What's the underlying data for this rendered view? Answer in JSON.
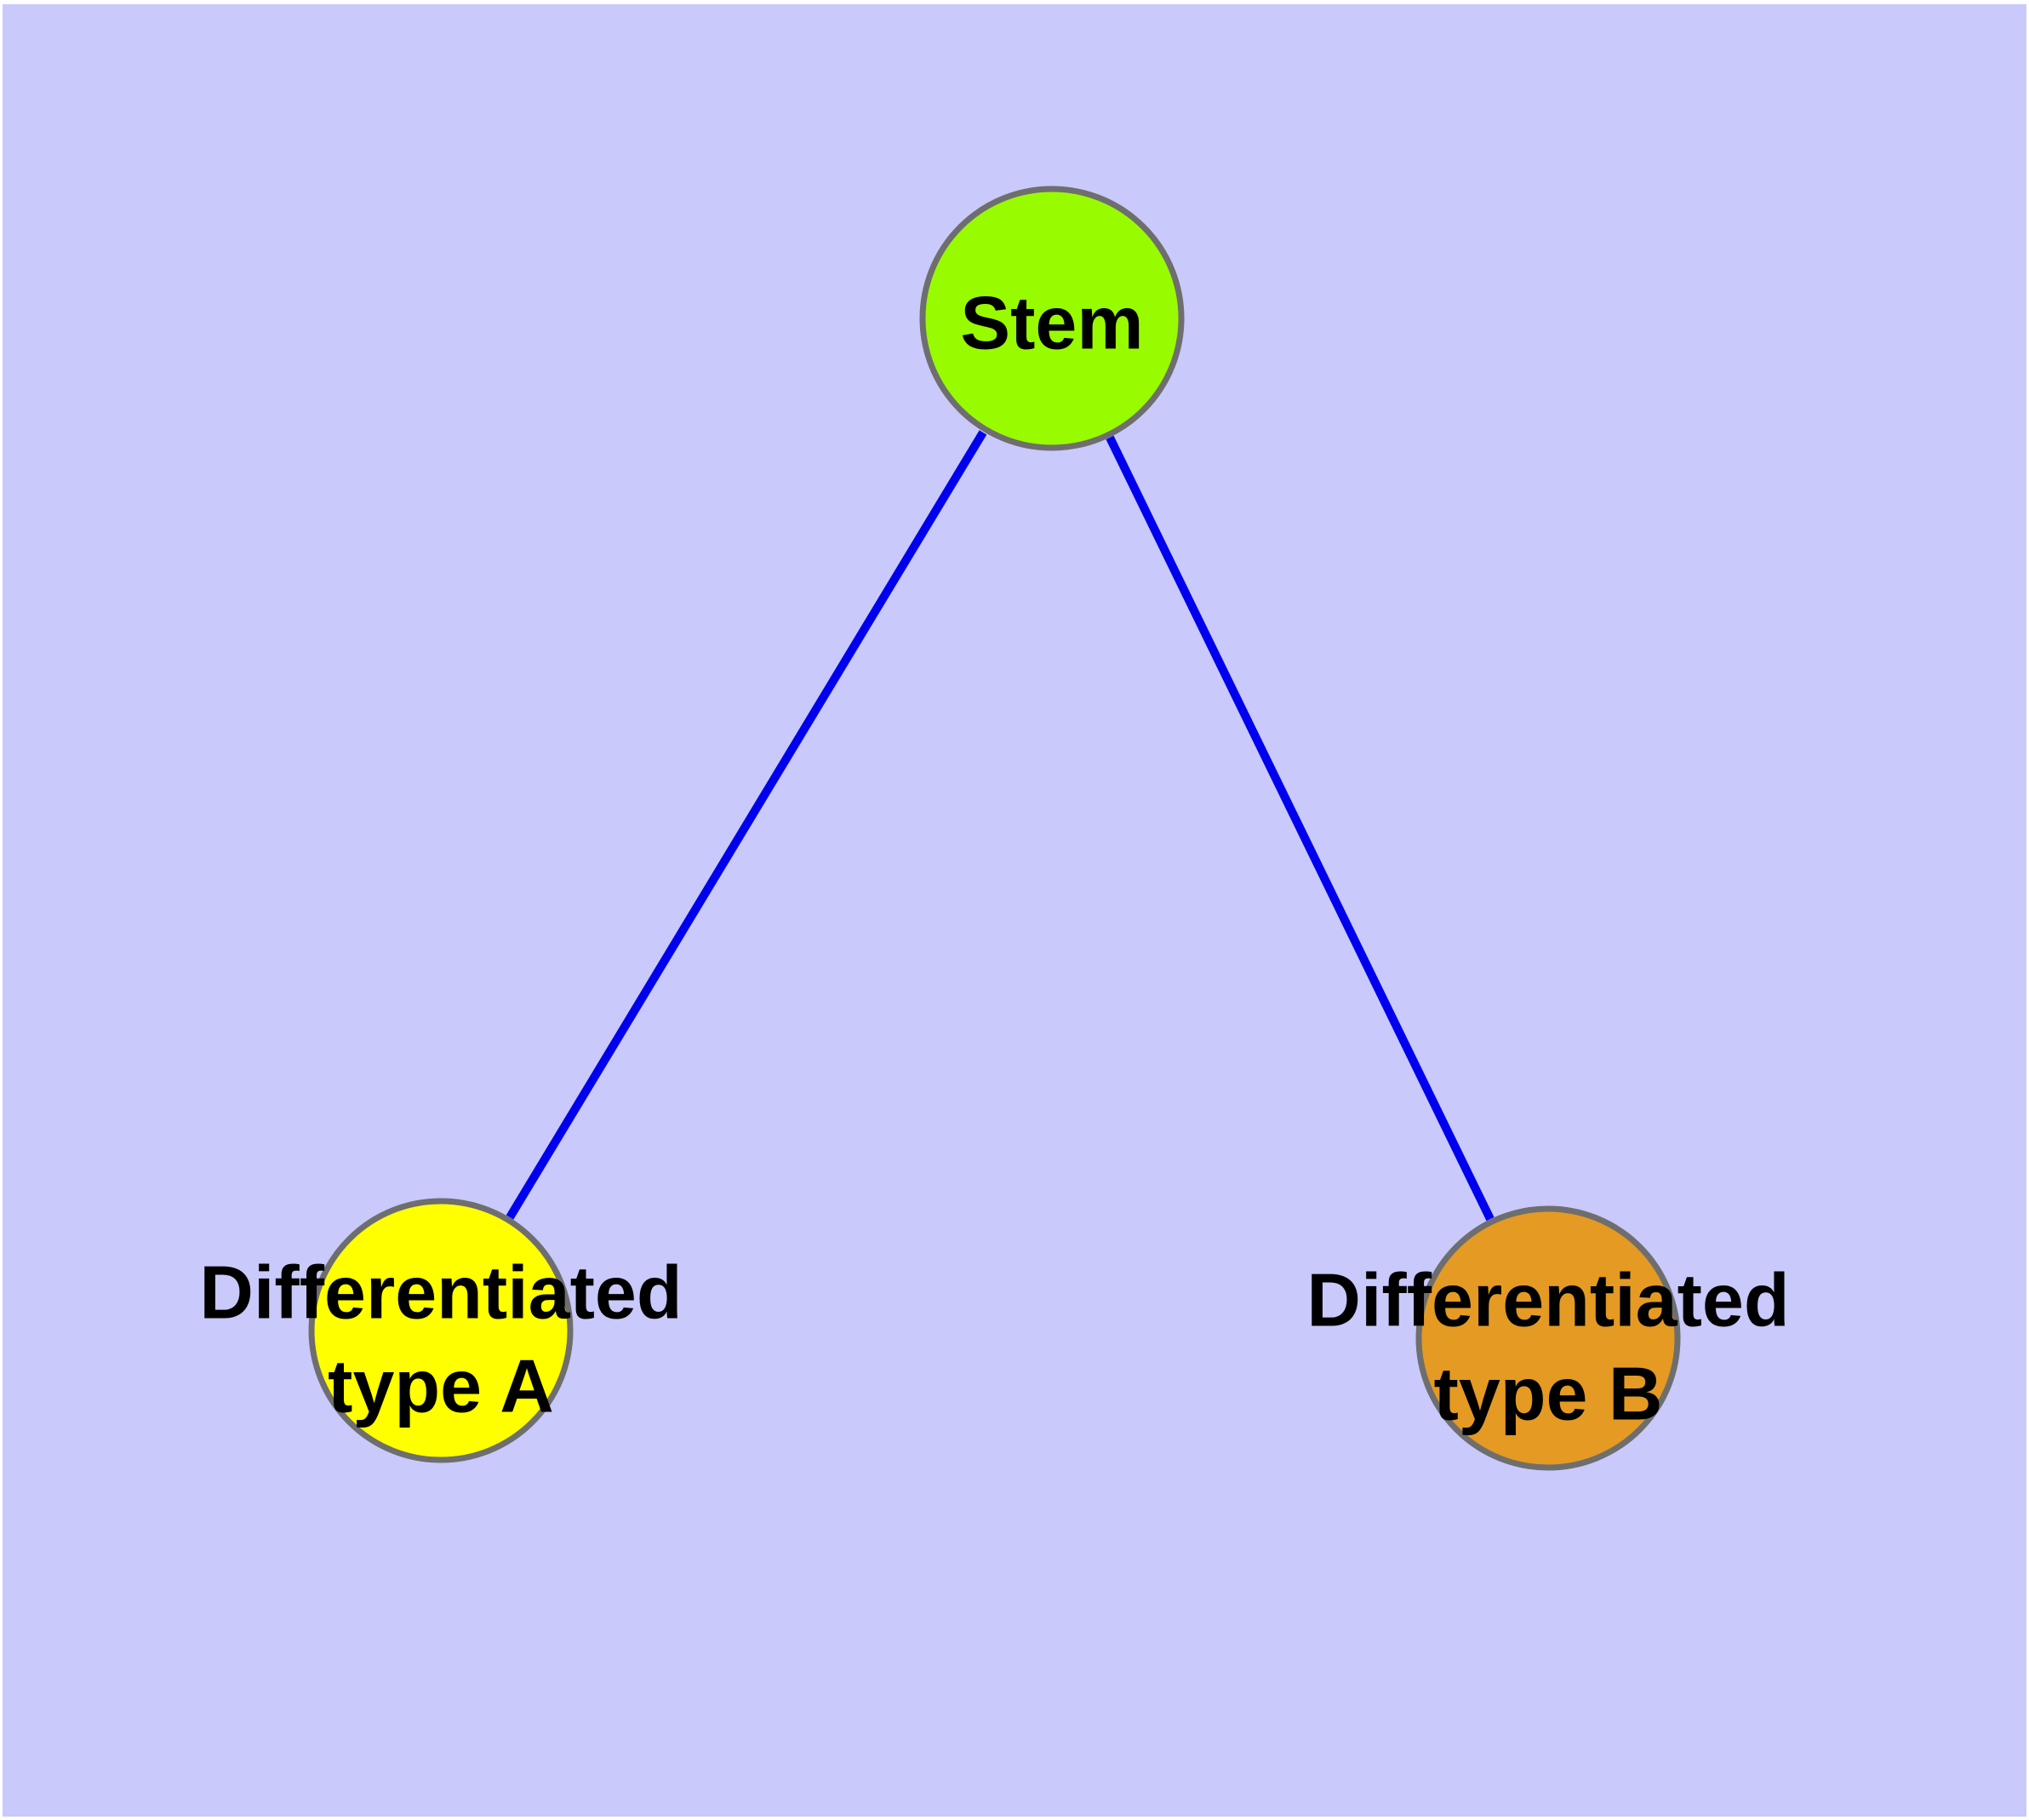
{
  "diagram": {
    "type": "node-link-graph",
    "background_color": "#c9c9fb",
    "page_margin_color": "#ffffff",
    "edge_color": "#0000ee",
    "node_border_color": "#6e6e6e",
    "label_color": "#000000",
    "nodes": [
      {
        "id": "stem",
        "label": "Stem",
        "fill": "#99fb00"
      },
      {
        "id": "type_a",
        "label": "Differentiated type A",
        "label_lines": [
          "Differentiated",
          "type A"
        ],
        "fill": "#ffff00"
      },
      {
        "id": "type_b",
        "label": "Differentiated type B",
        "label_lines": [
          "Differentiated",
          "type B"
        ],
        "fill": "#e49a23"
      }
    ],
    "edges": [
      {
        "from": "Stem",
        "to": "Differentiated type A"
      },
      {
        "from": "Stem",
        "to": "Differentiated type B"
      }
    ]
  }
}
